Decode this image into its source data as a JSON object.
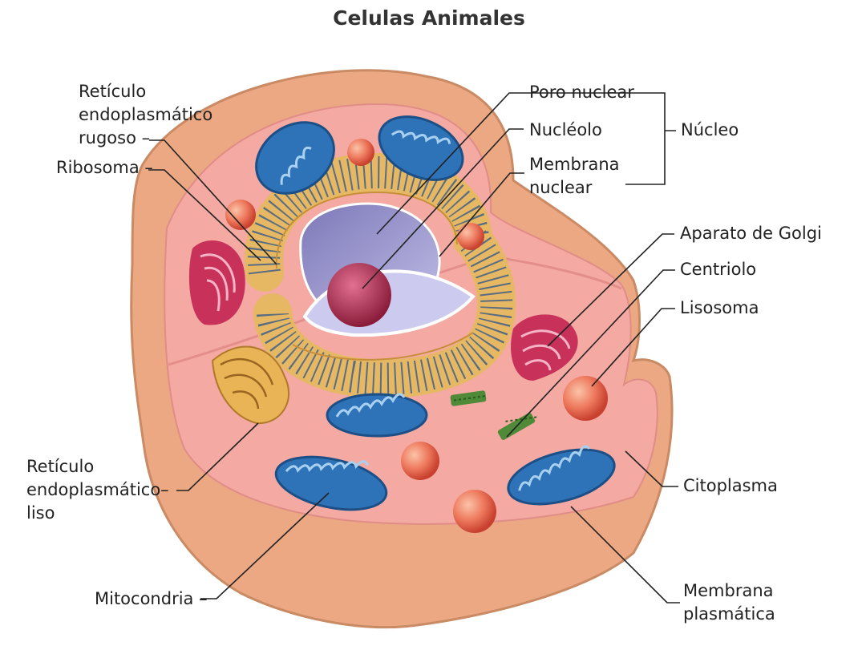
{
  "title": "Celulas Animales",
  "labels": {
    "rer": [
      "Retículo",
      "endoplasmático",
      "rugoso –"
    ],
    "ribosoma": "Ribosoma –",
    "poro": "Poro nuclear",
    "nucleolo": "Nucléolo",
    "membrana_nuclear": [
      "Membrana",
      "nuclear"
    ],
    "nucleo": "Núcleo",
    "golgi": "Aparato de Golgi",
    "centriolo": "Centriolo",
    "lisosoma": "Lisosoma",
    "citoplasma": "Citoplasma",
    "ser": [
      "Retículo",
      "endoplasmático–",
      "liso"
    ],
    "mitocondria": "Mitocondria –",
    "membrana_plasmatica": [
      "Membrana",
      "plasmática"
    ]
  },
  "colors": {
    "membrane_outer": "#e8a87c",
    "cytoplasm": "#f5a9a0",
    "nucleus": "#a9a6d6",
    "nucleolus": "#a8284a",
    "mitochondria": "#2e73b8",
    "golgi": "#c8325a",
    "er": "#e6b860",
    "lysosome": "#e8604a",
    "centriole": "#4e8a38"
  }
}
